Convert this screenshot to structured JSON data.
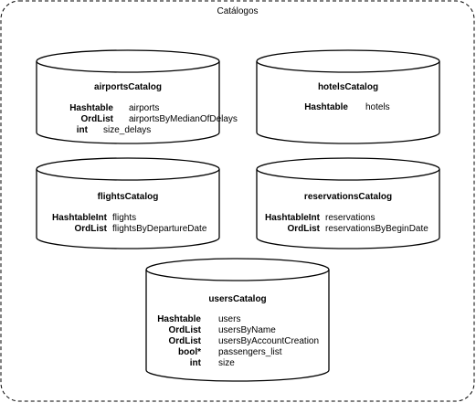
{
  "frame": {
    "title": "Catálogos"
  },
  "catalogs": [
    {
      "title": "airportsCatalog",
      "rows": [
        {
          "type": "Hashtable",
          "name": "airports"
        },
        {
          "type": "OrdList",
          "name": "airportsByMedianOfDelays"
        },
        {
          "type": "int",
          "name": "size_delays"
        }
      ]
    },
    {
      "title": "hotelsCatalog",
      "rows": [
        {
          "type": "Hashtable",
          "name": "hotels"
        }
      ]
    },
    {
      "title": "flightsCatalog",
      "rows": [
        {
          "type": "HashtableInt",
          "name": "flights"
        },
        {
          "type": "OrdList",
          "name": "flightsByDepartureDate"
        }
      ]
    },
    {
      "title": "reservationsCatalog",
      "rows": [
        {
          "type": "HashtableInt",
          "name": "reservations"
        },
        {
          "type": "OrdList",
          "name": "reservationsByBeginDate"
        }
      ]
    },
    {
      "title": "usersCatalog",
      "rows": [
        {
          "type": "Hashtable",
          "name": "users"
        },
        {
          "type": "OrdList",
          "name": "usersByName"
        },
        {
          "type": "OrdList",
          "name": "usersByAccountCreation"
        },
        {
          "type": "bool*",
          "name": "passengers_list"
        },
        {
          "type": "int",
          "name": "size"
        }
      ]
    }
  ]
}
